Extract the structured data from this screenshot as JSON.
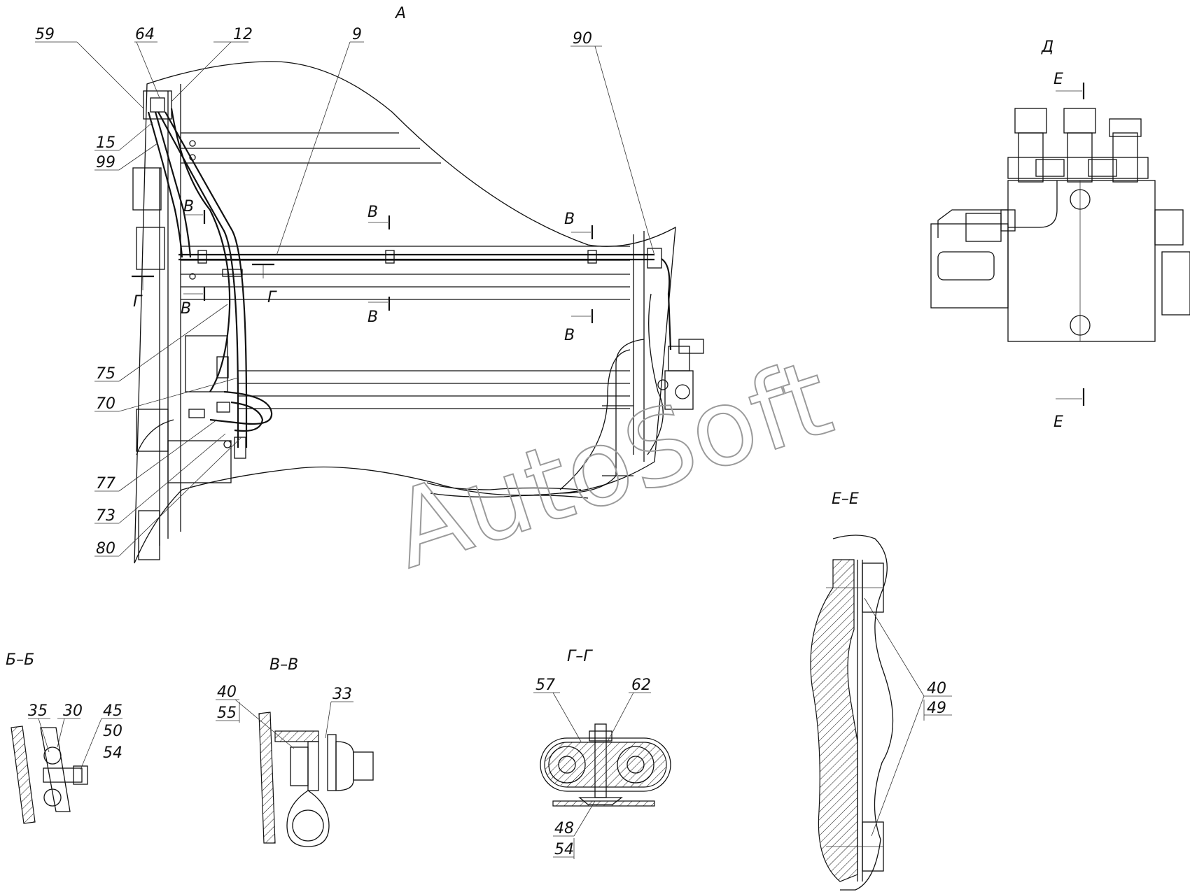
{
  "watermark": "AutoSoft",
  "views": {
    "main": "А",
    "d": "Д",
    "bb": "Б–Б",
    "vv": "В–В",
    "gg": "Г–Г",
    "ee": "Е–Е"
  },
  "section_marks": {
    "b": "В",
    "g": "Г",
    "e": "Е"
  },
  "callouts_main": [
    "59",
    "64",
    "12",
    "9",
    "90",
    "15",
    "99",
    "75",
    "70",
    "77",
    "73",
    "80"
  ],
  "callouts_bb": [
    "35",
    "30",
    "45",
    "50",
    "54"
  ],
  "callouts_vv": [
    "40",
    "55",
    "33"
  ],
  "callouts_gg": [
    "57",
    "62",
    "48",
    "54"
  ],
  "callouts_ee": [
    "40",
    "49"
  ]
}
